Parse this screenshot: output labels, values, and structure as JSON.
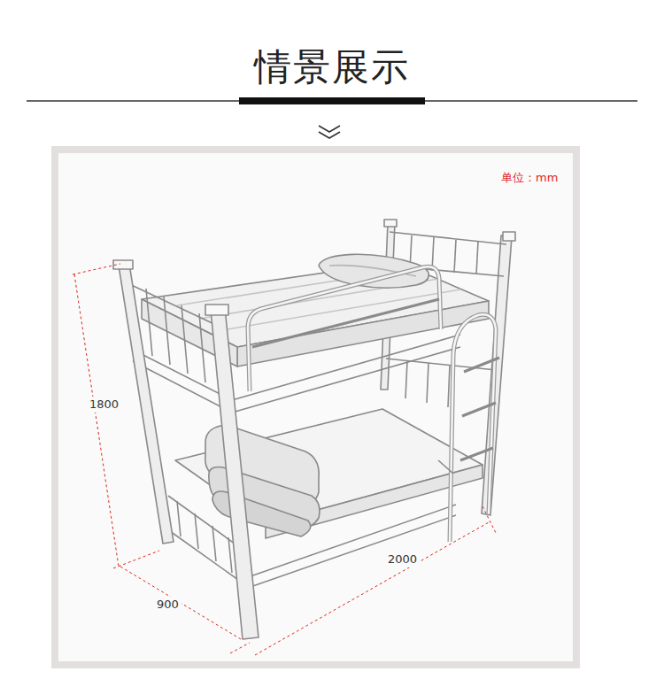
{
  "diagram": {
    "title": "情景展示",
    "labels": [
      "单位：mm",
      "1800",
      "900",
      "2000"
    ]
  }
}
